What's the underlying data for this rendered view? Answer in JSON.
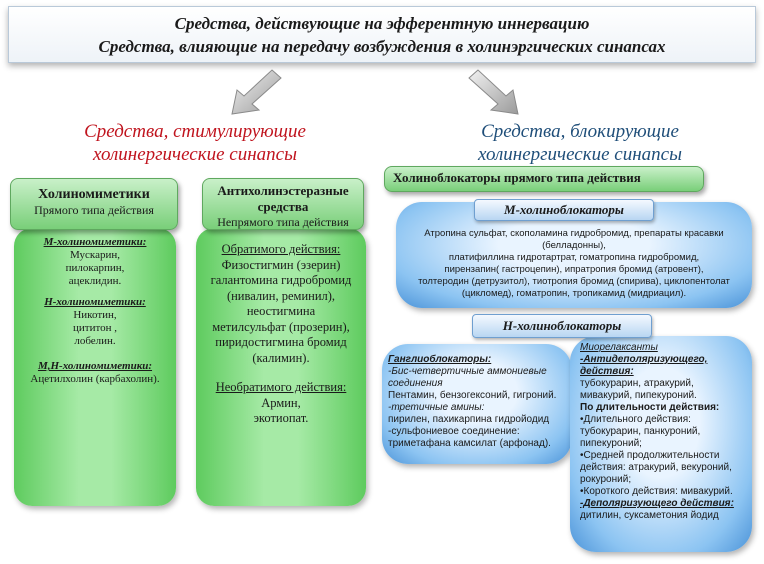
{
  "title": {
    "line1": "Средства, действующие на эфферентную иннервацию",
    "line2": "Средства, влияющие на передачу возбуждения в холинэргических синапсах"
  },
  "left_heading": [
    "Средства, стимулирующие",
    "холинергические синапсы"
  ],
  "right_heading": [
    "Средства, блокирующие",
    "холинергические синапсы"
  ],
  "cholinomimetics": {
    "title": "Холиномиметики",
    "subtitle": "Прямого типа действия",
    "m_header": "М-холиномиметики:",
    "m_items": [
      "Мускарин,",
      "пилокарпин,",
      "ацеклидин."
    ],
    "n_header": "Н-холиномиметики:",
    "n_items": [
      "Никотин,",
      "цититон ,",
      "лобелин."
    ],
    "mn_header": "М,Н-холиномиметики:",
    "mn_items": [
      "Ацетилхолин (карбахолин)."
    ]
  },
  "anticholinesterase": {
    "title": "Антихолинэстеразные средства",
    "subtitle": "Непрямого типа действия",
    "reversible_header": "Обратимого действия:",
    "reversible_items": [
      "Физостигмин (эзерин)",
      "галантомина гидробромид",
      "(нивалин, реминил),",
      "неостигмина",
      "метилсульфат (прозерин),",
      "пиридостигмина бромид",
      "(калимин)."
    ],
    "irreversible_header": "Необратимого действия:",
    "irreversible_items": [
      "Армин,",
      "экотиопат."
    ]
  },
  "direct_blockers": {
    "title": "Холиноблокаторы прямого типа действия"
  },
  "m_blockers": {
    "label": "М-холиноблокаторы",
    "lines": [
      "Атропина сульфат, скополамина гидробромид, препараты красавки",
      "(белладонны),",
      "платифиллина гидротартрат, гоматропина гидробромид,",
      "пирензапин( гастроцепин), ипратропия бромид (атровент),",
      "толтеродин (детрузитол), тиотропия бромид (спирива), циклопентолат",
      "(цикломед), гоматропин, тропикамид (мидриацил)."
    ]
  },
  "n_blockers": {
    "label": "Н-холиноблокаторы"
  },
  "ganglioblockers": {
    "header": "Ганглиоблокаторы:",
    "bis_header": "-Бис-четвертичные аммониевые соединения",
    "bis_items": "Пентамин, бензогексоний, гигроний.",
    "tert_header": "-третичные амины:",
    "tert_items": "пирилен, пахикарпина гидройодид",
    "sulf_header": "-сульфониевое соединение:",
    "sulf_items": "триметафана камсилат (арфонад)."
  },
  "muscle_relaxants": {
    "header": "Миорелаксанты",
    "antidepol_header": "-Антидеполяризующего, действия:",
    "antidepol_items": "тубокурарин, атракурий, мивакурий, пипекуроний.",
    "duration_header": "По длительности действия:",
    "long": "•Длительного действия: тубокурарин, панкуроний, пипекуроний;",
    "medium": "•Средней продолжительности действия: атракурий, векуроний, рокуроний;",
    "short": "•Короткого действия: мивакурий.",
    "depol_header": "-Деполяризующего действия:",
    "depol_items": "дитилин, суксаметония йодид"
  },
  "colors": {
    "green_box": "#79cf79",
    "green_panel": "#5ecb5e",
    "blue_blob": "#4b93d8",
    "red_heading": "#c0141e",
    "blue_heading": "#1f4e79"
  }
}
